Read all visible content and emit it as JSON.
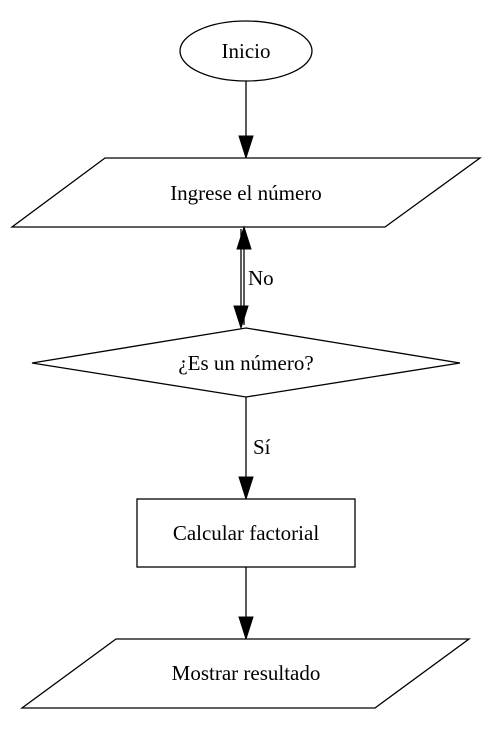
{
  "nodes": {
    "start": {
      "label": "Inicio"
    },
    "input": {
      "label": "Ingrese el número"
    },
    "decision": {
      "label": "¿Es un número?"
    },
    "process": {
      "label": "Calcular factorial"
    },
    "output": {
      "label": "Mostrar resultado"
    }
  },
  "edges": {
    "no": {
      "label": "No"
    },
    "yes": {
      "label": "Sí"
    }
  }
}
